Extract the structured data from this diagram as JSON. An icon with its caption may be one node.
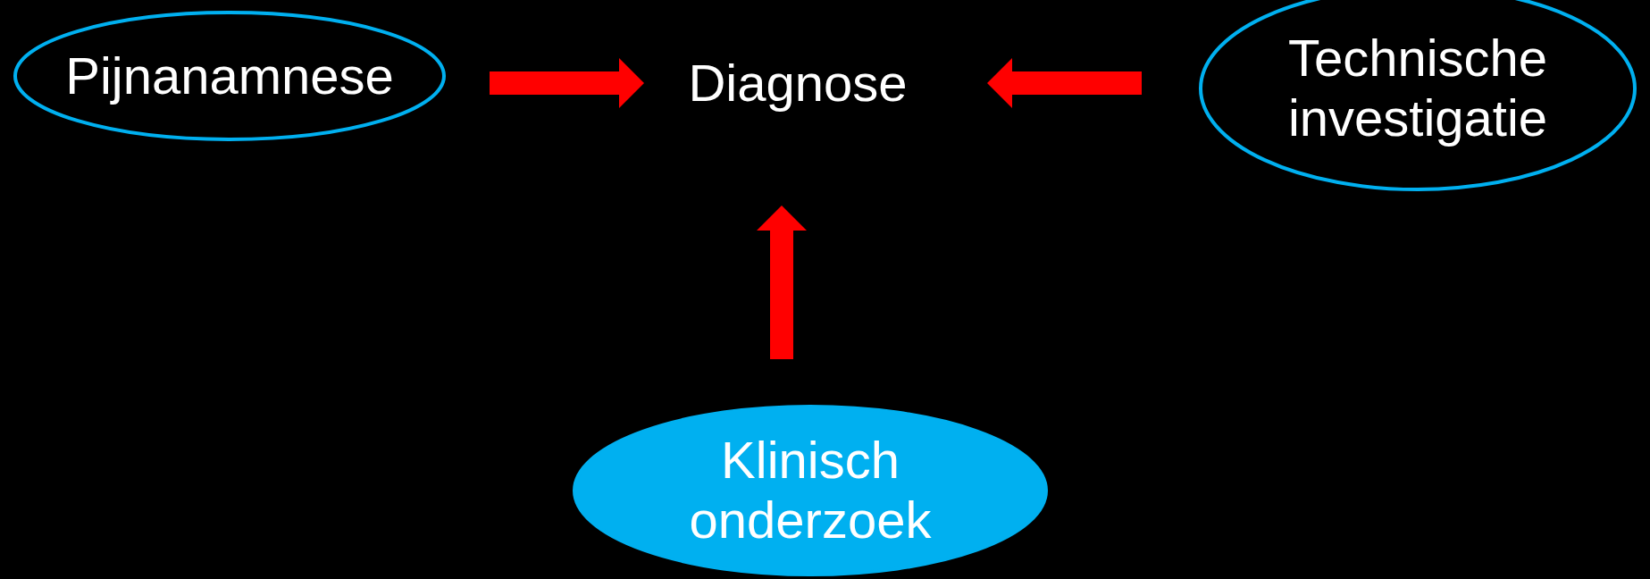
{
  "diagram": {
    "nodes": [
      {
        "text": [
          "Pijnanamnese"
        ]
      },
      {
        "text": [
          "Diagnose"
        ]
      },
      {
        "text": [
          "Technische investigatie"
        ]
      },
      {
        "text": [
          "Klinisch onderzoek"
        ]
      }
    ],
    "edges": [
      {
        "from": 0,
        "to": 1,
        "arrow": "to"
      },
      {
        "from": 2,
        "to": 1,
        "arrow": "to"
      },
      {
        "from": 3,
        "to": 1,
        "arrow": "to"
      }
    ]
  }
}
